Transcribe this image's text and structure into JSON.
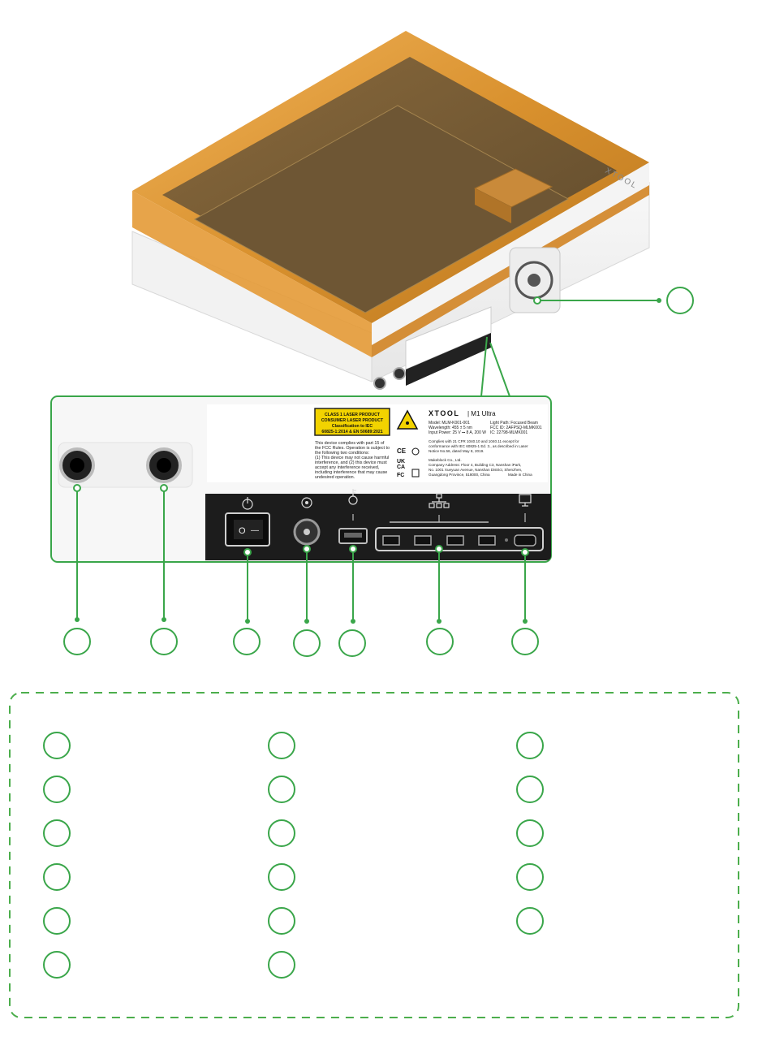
{
  "device": {
    "brand_lid": "XTOOL",
    "brand_label": "XTOOL",
    "model_name": "| M1 Ultra",
    "warning": {
      "line1": "CLASS 1 LASER PRODUCT",
      "line2": "CONSUMER LASER PRODUCT",
      "line3": "Classification to IEC",
      "line4": "60825-1:2014 & EN 50689:2021"
    },
    "fcc": {
      "line1": "This device complies with part 15 of",
      "line2": "the FCC Rules. Operation is subject to",
      "line3": "the following two conditions:",
      "line4": "(1) This device may not cause harmful",
      "line5": "interference, and (2) this device must",
      "line6": "accept any interference received,",
      "line7": "including interference that may cause",
      "line8": "undesired operation."
    },
    "specs": {
      "model": "Model: MLM-K001-001",
      "wavelength": "Wavelength: 455 ± 5 nm",
      "input": "Input Power: 25 V ⎓ 8 A, 200 W",
      "light_path": "Light Path: Focused Beam",
      "fcc_id": "FCC ID: 2AFPSQ-MLMK001",
      "ic": "IC: 22798-MLMK001",
      "comply1": "Complies with 21 CFR 1040.10 and 1040.11 except for",
      "comply2": "conformance with IEC 60825-1 Ed. 3., as described in Laser",
      "comply3": "Notice No.56, dated May 8, 2019.",
      "maker": "Makeblock Co., Ltd.",
      "addr1": "Company Address: Floor 4, Building C3, Nanshan iPark,",
      "addr2": "No. 1001 Xueyuan Avenue, Nanshan District, Shenzhen,",
      "addr3": "Guangdong Province, 518000, China",
      "made_in": "Made in China",
      "marks": {
        "ce": "CE",
        "ukca_top": "UK",
        "ukca_bottom": "CA",
        "fcc": "FC"
      }
    },
    "switch": {
      "off_symbol": "O",
      "on_symbol": "—"
    }
  },
  "colors": {
    "callout_green": "#3aa64a",
    "legend_border": "#4cae4c",
    "lid_amber": "#e8a040",
    "port_panel": "#1c1c1c",
    "warning_yellow": "#f2d300"
  }
}
